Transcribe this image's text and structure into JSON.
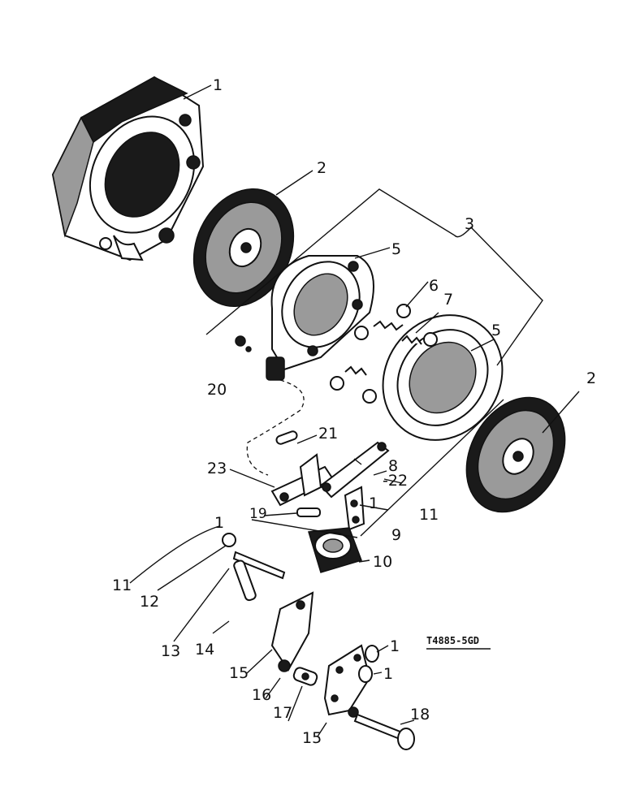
{
  "callouts": {
    "c1_top": "1",
    "c2_top": "2",
    "c3": "3",
    "c5_top": "5",
    "c6": "6",
    "c7": "7",
    "c5_mid": "5",
    "c2_right": "2",
    "c20": "20",
    "c21": "21",
    "c23": "23",
    "c8": "8",
    "c22": "-22",
    "c1_mid": "1",
    "c11_mid": "11",
    "c19": "19",
    "c9": "9",
    "c1_left": "1",
    "c11_left": "11",
    "c12": "12",
    "c13": "13",
    "c10": "10",
    "c14": "14",
    "c15_upper": "15",
    "c16": "16",
    "c17": "17",
    "c1_bottom_a": "1",
    "c1_bottom_b": "1",
    "c18": "18",
    "c15_lower": "15"
  },
  "reference": "T4885-5GD"
}
